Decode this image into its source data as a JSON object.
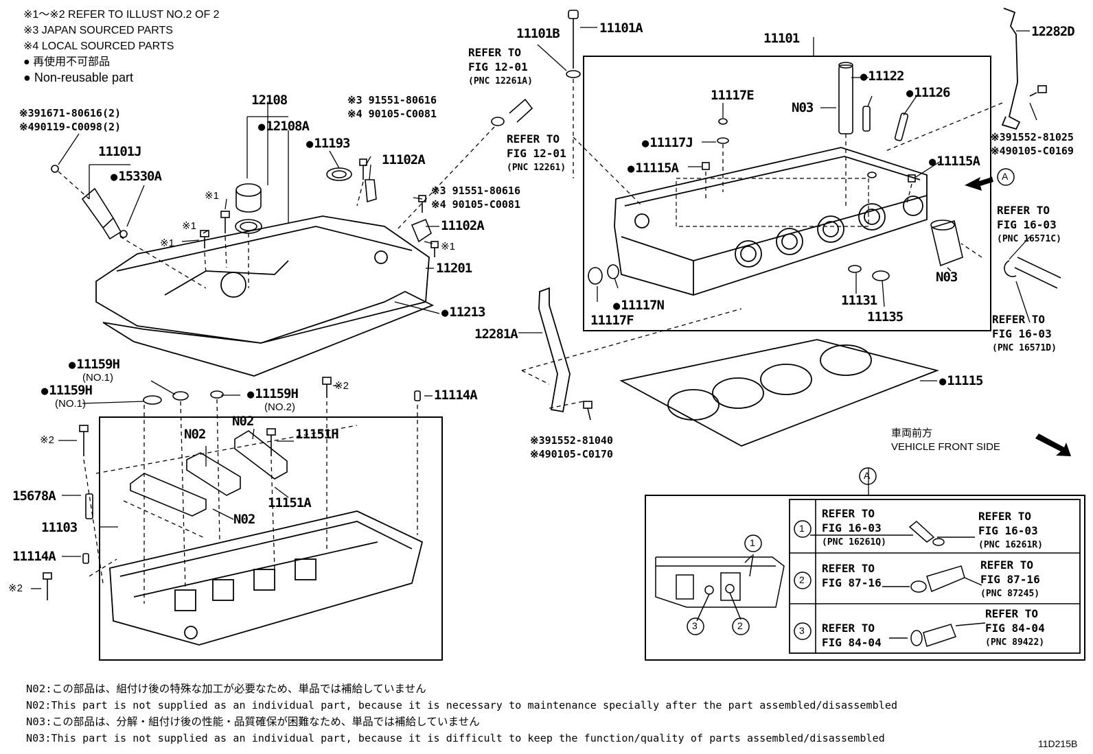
{
  "legend": {
    "line1": "※1～※2  REFER TO ILLUST NO.2 OF 2",
    "line2": "※3 JAPAN SOURCED PARTS",
    "line3": "※4 LOCAL SOURCED PARTS",
    "line4": "再使用不可部品",
    "line5": "Non-reusable part"
  },
  "labels": {
    "p11101B": "11101B",
    "p11101A": "11101A",
    "p11101": "11101",
    "p12282D": "12282D",
    "ref_12_01_a": [
      "REFER TO",
      "FIG 12-01",
      "(PNC 12261A)"
    ],
    "ref_12_01_b": [
      "REFER TO",
      "FIG 12-01",
      "(PNC 12261)"
    ],
    "p11122": "11122",
    "p11126": "11126",
    "p11117E": "11117E",
    "pN03_top": "N03",
    "p11117J": "11117J",
    "p11115A_l": "11115A",
    "p11115A_r": "11115A",
    "p12108": "12108",
    "p12108A": "12108A",
    "p11193": "11193",
    "p11101J": "11101J",
    "p15330A": "15330A",
    "sj1": "※391671-80616(2)",
    "sj2": "※490119-C0098(2)",
    "sj3": "※3 91551-80616",
    "sj4": "※4 90105-C0081",
    "p11102A_1": "11102A",
    "sj5": "※3 91551-80616",
    "sj6": "※4 90105-C0081",
    "p11102A_2": "11102A",
    "s1a": "※1",
    "s1b": "※1",
    "s1c": "※1",
    "s1d": "※1",
    "p11201": "11201",
    "p11213": "11213",
    "sj7": "※391552-81025",
    "sj8": "※490105-C0169",
    "ref_16_03_c": [
      "REFER TO",
      "FIG 16-03",
      "(PNC 16571C)"
    ],
    "ref_16_03_d": [
      "REFER TO",
      "FIG 16-03",
      "(PNC 16571D)"
    ],
    "pN03_r": "N03",
    "p11117N": "11117N",
    "p11117F": "11117F",
    "p11131": "11131",
    "p11135": "11135",
    "p12281A": "12281A",
    "p11115": "11115",
    "p11159H_a": "11159H",
    "no1_a": "(NO.1)",
    "p11159H_b": "11159H",
    "no1_b": "(NO.1)",
    "p11159H_c": "11159H",
    "no2_c": "(NO.2)",
    "s2a": "※2",
    "p11114A_t": "11114A",
    "s2b": "※2",
    "pN02_a": "N02",
    "pN02_b": "N02",
    "p11151H": "11151H",
    "p15678A": "15678A",
    "p11103": "11103",
    "pN02_c": "N02",
    "p11151A": "11151A",
    "p11114A_b": "11114A",
    "s2c": "※2",
    "sj9": "※391552-81040",
    "sj10": "※490105-C0170",
    "front_jp": "車両前方",
    "front_en": "VEHICLE FRONT SIDE",
    "callout_a": "A",
    "callout_a2": "A"
  },
  "detail_table": {
    "rows": [
      {
        "num": "1",
        "left": [
          "REFER TO",
          "FIG 16-03",
          "(PNC 16261Q)"
        ],
        "right": [
          "REFER TO",
          "FIG 16-03",
          "(PNC 16261R)"
        ]
      },
      {
        "num": "2",
        "left": [
          "REFER TO",
          "FIG 87-16"
        ],
        "right": [
          "REFER TO",
          "FIG 87-16",
          "(PNC 87245)"
        ]
      },
      {
        "num": "3",
        "left": [
          "REFER TO",
          "FIG 84-04"
        ],
        "right": [
          "REFER TO",
          "FIG 84-04",
          "(PNC 89422)"
        ]
      }
    ],
    "marks": [
      "1",
      "2",
      "3"
    ]
  },
  "notes": [
    "N02:この部品は、組付け後の特殊な加工が必要なため、単品では補給していません",
    "N02:This part is not supplied as an individual part, because it is necessary to maintenance specially after the part assembled/disassembled",
    "N03:この部品は、分解・組付け後の性能・品質確保が困難なため、単品では補給していません",
    "N03:This part is not supplied as an individual part, because it is difficult to keep the function/quality of parts assembled/disassembled"
  ],
  "figure_code": "11D215B",
  "colors": {
    "ink": "#000000",
    "paper": "#ffffff"
  }
}
